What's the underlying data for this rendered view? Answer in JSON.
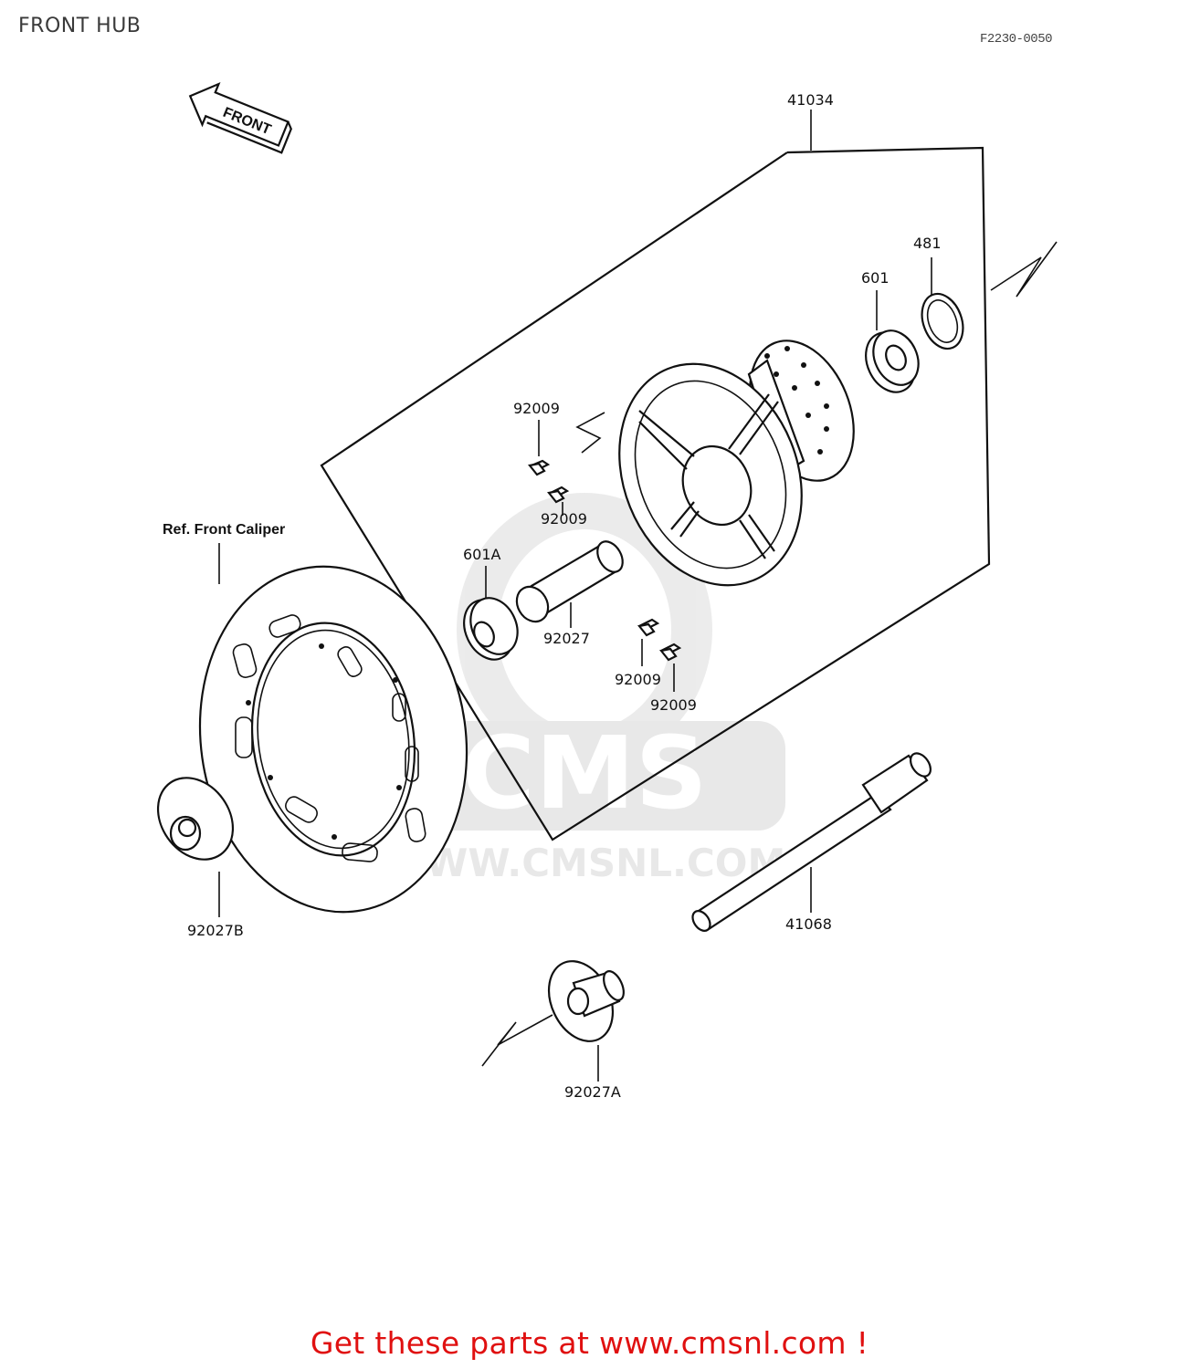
{
  "page": {
    "title": "FRONT HUB",
    "drawing_code": "F2230-0050",
    "cta": "Get these parts at www.cmsnl.com !"
  },
  "diagram": {
    "front_arrow": "FRONT",
    "watermark": {
      "brand": "CMS",
      "url": "WWW.CMSNL.COM"
    },
    "callouts": [
      {
        "id": "41034",
        "part": "hub-assembly"
      },
      {
        "id": "481",
        "part": "circlip"
      },
      {
        "id": "601",
        "part": "right-bearing"
      },
      {
        "id": "92009",
        "part": "bolt"
      },
      {
        "id": "601A",
        "part": "left-bearing"
      },
      {
        "id": "92027",
        "part": "spacer-tube"
      },
      {
        "id": "41068",
        "part": "axle"
      },
      {
        "id": "92027B",
        "part": "collar-left"
      },
      {
        "id": "92027A",
        "part": "collar-right"
      }
    ],
    "bolt_labels": [
      "92009",
      "92009",
      "92009",
      "92009"
    ],
    "reference_label": "Ref. Front Caliper"
  }
}
